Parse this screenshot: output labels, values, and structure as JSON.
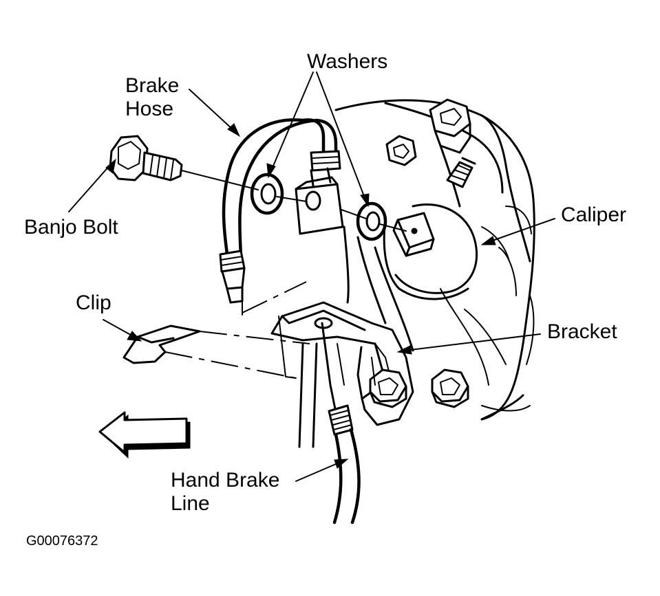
{
  "labels": {
    "washers": "Washers",
    "brake_hose_line1": "Brake",
    "brake_hose_line2": "Hose",
    "banjo_bolt": "Banjo Bolt",
    "caliper": "Caliper",
    "clip": "Clip",
    "bracket": "Bracket",
    "hand_brake_line1": "Hand Brake",
    "hand_brake_line2": "Line"
  },
  "figure_code": "G00076372",
  "colors": {
    "ink": "#000000",
    "paper": "#ffffff"
  },
  "icons": {
    "direction_arrow": "left-arrow-icon"
  }
}
